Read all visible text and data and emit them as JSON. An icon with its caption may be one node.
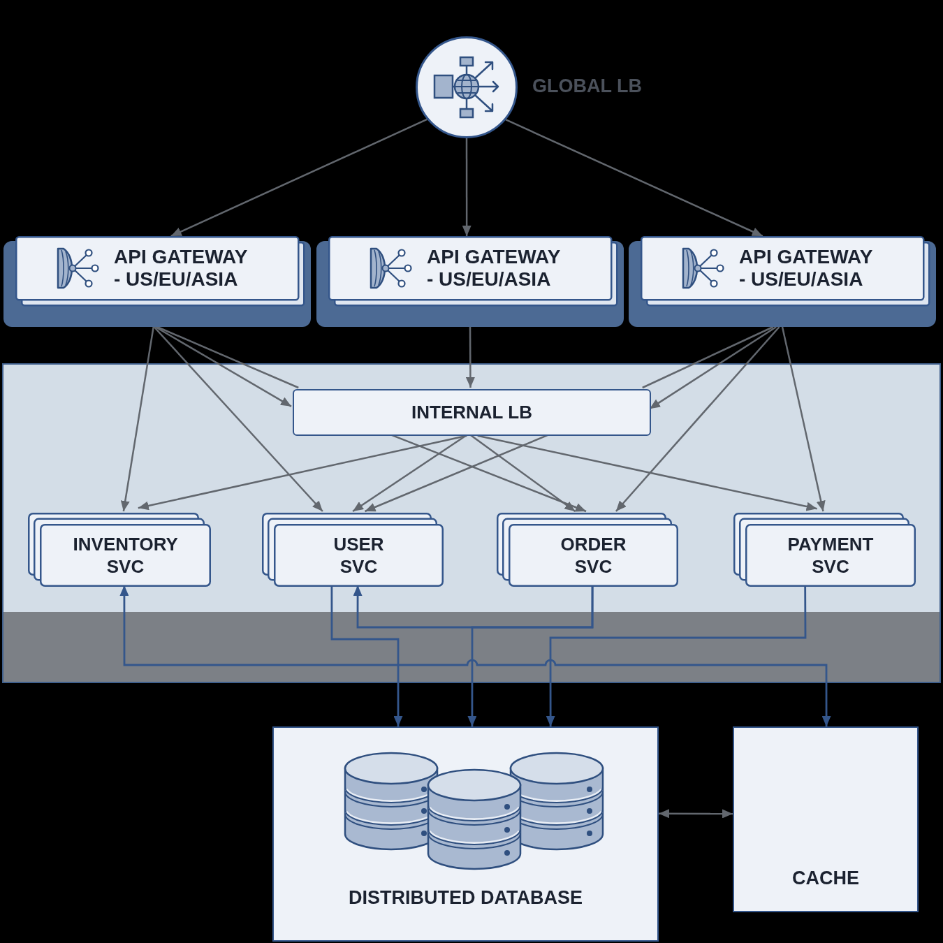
{
  "diagram": {
    "nodes": [
      {
        "text": [
          "GLOBAL LB"
        ]
      },
      {
        "text": [
          "API GATEWAY - US/EU/ASIA"
        ]
      },
      {
        "text": [
          "API GATEWAY - US/EU/ASIA"
        ]
      },
      {
        "text": [
          "API GATEWAY - US/EU/ASIA"
        ]
      },
      {
        "text": [],
        "shape": "box"
      },
      {
        "text": [
          "INTERNAL LB"
        ],
        "in": 4
      },
      {
        "text": [
          "INVENTORY SVC"
        ],
        "in": 4
      },
      {
        "text": [
          "USER SVC"
        ],
        "in": 4
      },
      {
        "text": [
          "ORDER SVC"
        ],
        "in": 4
      },
      {
        "text": [
          "PAYMENT SVC"
        ],
        "in": 4
      },
      {
        "text": [
          "DISTRIBUTED DATABASE"
        ]
      },
      {
        "text": [
          "CACHE"
        ]
      }
    ],
    "edges": [
      {
        "from": 0,
        "to": 1,
        "arrow": "to"
      },
      {
        "from": 0,
        "to": 2,
        "arrow": "to"
      },
      {
        "from": 0,
        "to": 3,
        "arrow": "to"
      },
      {
        "from": 1,
        "to": 6,
        "arrow": "to"
      },
      {
        "from": 1,
        "to": 7,
        "arrow": "to"
      },
      {
        "from": 1,
        "to": 5,
        "arrow": "to"
      },
      {
        "from": 1,
        "to": 5,
        "arrow": "none"
      },
      {
        "from": 2,
        "to": 5,
        "arrow": "to"
      },
      {
        "from": 3,
        "to": 5,
        "arrow": "none"
      },
      {
        "from": 3,
        "to": 5,
        "arrow": "to"
      },
      {
        "from": 3,
        "to": 8,
        "arrow": "to"
      },
      {
        "from": 3,
        "to": 9,
        "arrow": "to"
      },
      {
        "from": 5,
        "to": 6,
        "arrow": "to"
      },
      {
        "from": 5,
        "to": 7,
        "arrow": "to"
      },
      {
        "from": 5,
        "to": 7,
        "arrow": "to"
      },
      {
        "from": 5,
        "to": 8,
        "arrow": "to"
      },
      {
        "from": 5,
        "to": 8,
        "arrow": "to"
      },
      {
        "from": 5,
        "to": 9,
        "arrow": "to"
      },
      {
        "from": 6,
        "to": 11,
        "arrow": "both",
        "color": "#34568b"
      },
      {
        "from": 7,
        "to": 10,
        "arrow": "to",
        "color": "#34568b"
      },
      {
        "from": 8,
        "to": 7,
        "arrow": "to",
        "color": "#34568b"
      },
      {
        "from": 8,
        "to": 10,
        "arrow": "to",
        "color": "#34568b"
      },
      {
        "from": 9,
        "to": 10,
        "arrow": "to",
        "color": "#34568b"
      },
      {
        "from": 10,
        "to": 11,
        "arrow": "both"
      }
    ]
  }
}
